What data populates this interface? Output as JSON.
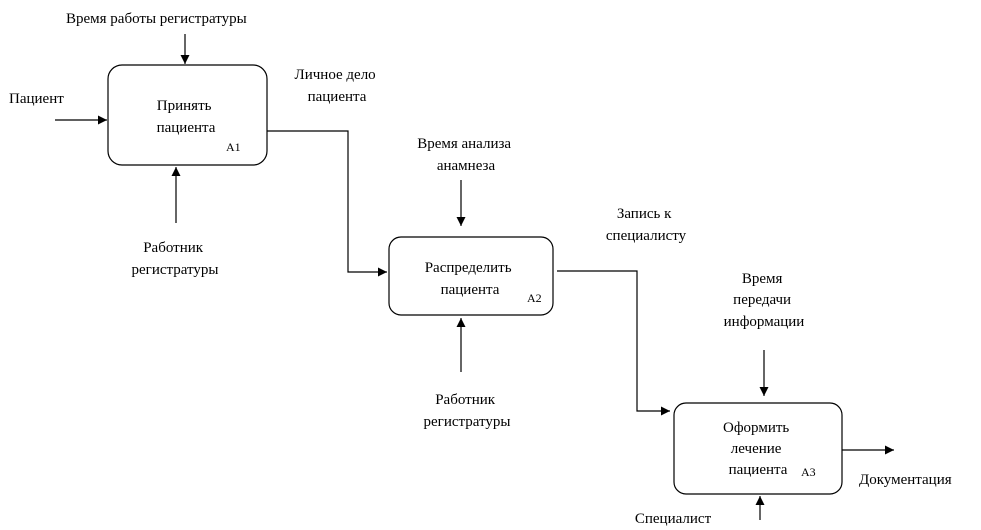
{
  "blocks": [
    {
      "id": "a1",
      "lines": [
        "Принять",
        "пациента"
      ],
      "number": "A1"
    },
    {
      "id": "a2",
      "lines": [
        "Распределить",
        "пациента"
      ],
      "number": "A2"
    },
    {
      "id": "a3",
      "lines": [
        "Оформить",
        "лечение",
        "пациента"
      ],
      "number": "A3"
    }
  ],
  "labels": {
    "a1_control": [
      "Время работы регистратуры"
    ],
    "a1_input": [
      "Пациент"
    ],
    "a1_output": [
      "Личное дело",
      "пациента"
    ],
    "a1_mechanism": [
      "Работник",
      "регистратуры"
    ],
    "a2_control": [
      "Время анализа",
      "анамнеза"
    ],
    "a2_output": [
      "Запись к",
      "специалисту"
    ],
    "a2_mechanism": [
      "Работник",
      "регистратуры"
    ],
    "a3_control": [
      "Время",
      "передачи",
      "информации"
    ],
    "a3_output": [
      "Документация"
    ],
    "a3_mechanism": [
      "Специалист"
    ]
  },
  "colors": {
    "stroke": "#000000",
    "background": "#ffffff"
  }
}
